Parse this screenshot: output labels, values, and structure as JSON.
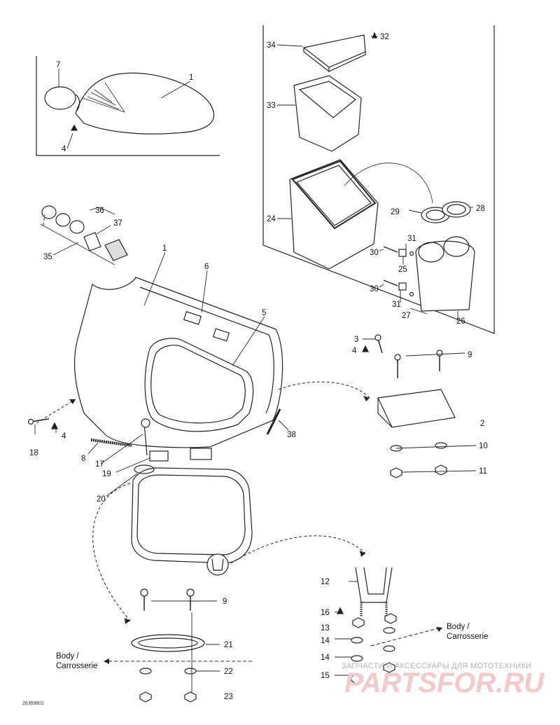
{
  "diagram_id": "26J69801",
  "callouts": {
    "c1a": "1",
    "c1b": "1",
    "c2": "2",
    "c3": "3",
    "c4a": "4",
    "c4b": "4",
    "c4c": "4",
    "c5": "5",
    "c6": "6",
    "c7": "7",
    "c8": "8",
    "c9a": "9",
    "c9b": "9",
    "c10": "10",
    "c11": "11",
    "c12": "12",
    "c13": "13",
    "c14a": "14",
    "c14b": "14",
    "c15": "15",
    "c16": "16",
    "c17": "17",
    "c18": "18",
    "c19": "19",
    "c20": "20",
    "c21": "21",
    "c22": "22",
    "c23": "23",
    "c24": "24",
    "c25": "25",
    "c26": "26",
    "c27": "27",
    "c28": "28",
    "c29": "29",
    "c30a": "30",
    "c30b": "30",
    "c31a": "31",
    "c31b": "31",
    "c32": "32",
    "c33": "33",
    "c34": "34",
    "c35": "35",
    "c36": "36",
    "c37": "37",
    "c38": "38"
  },
  "body_labels": {
    "left_line1": "Body /",
    "left_line2": "Carrosserie",
    "right_line1": "Body /",
    "right_line2": "Carrosserie"
  },
  "watermark": {
    "line1": "ЗАПЧАСТИ И АКСЕССУАРЫ ДЛЯ МОТОТЕХНИКИ",
    "line2": "PARTSFOR.RU"
  }
}
